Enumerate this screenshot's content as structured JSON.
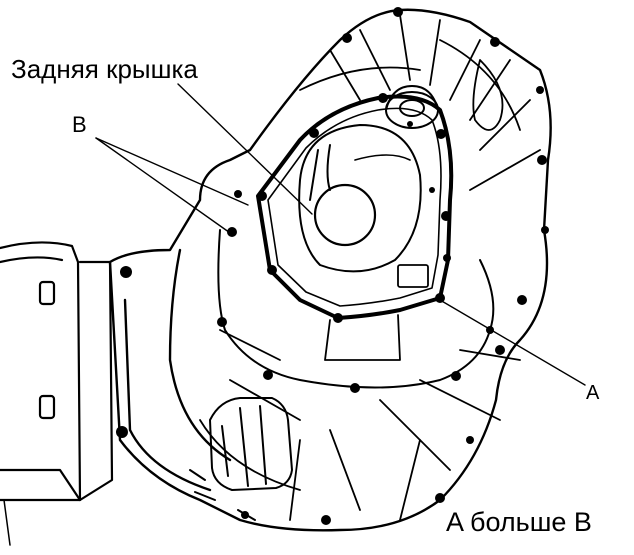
{
  "labels": {
    "rear_cover": "Задняя крышка",
    "point_b": "B",
    "point_a": "A",
    "note": "A больше B"
  },
  "colors": {
    "line": "#000000",
    "background": "#ffffff"
  }
}
